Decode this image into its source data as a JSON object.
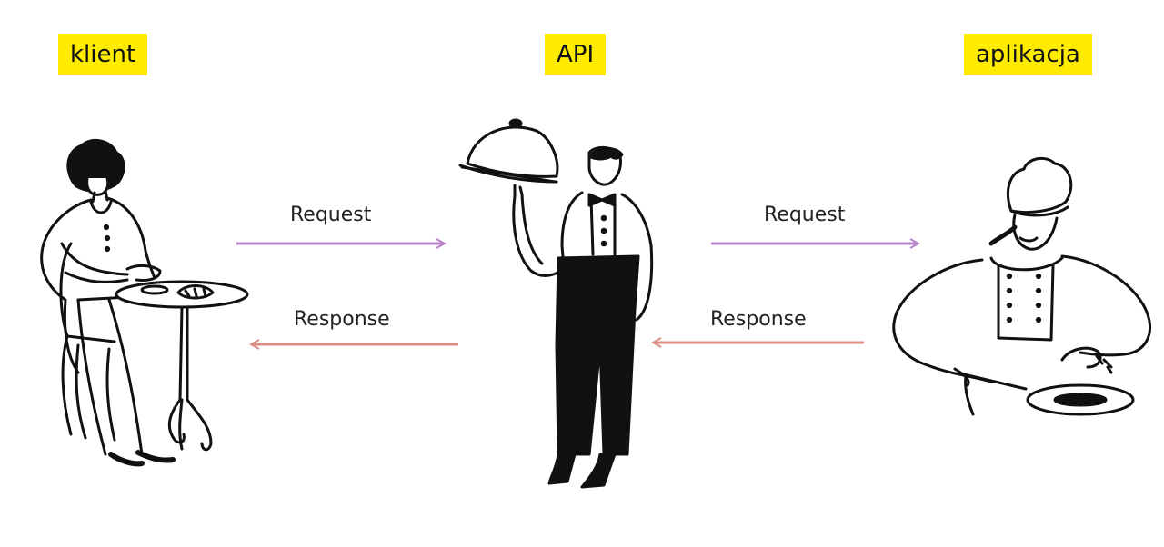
{
  "colors": {
    "tag_background": "#ffeb00",
    "request_arrow": "#b784c7",
    "response_arrow": "#dc8f84",
    "ink": "#111111"
  },
  "actors": {
    "client": {
      "label": "klient",
      "icon": "seated-woman-at-cafe-table-illustration"
    },
    "api": {
      "label": "API",
      "icon": "waiter-with-cloche-illustration"
    },
    "app": {
      "label": "aplikacja",
      "icon": "chef-with-frying-pan-illustration"
    }
  },
  "flows": {
    "client_to_api": {
      "request_label": "Request",
      "response_label": "Response"
    },
    "api_to_app": {
      "request_label": "Request",
      "response_label": "Response"
    }
  }
}
